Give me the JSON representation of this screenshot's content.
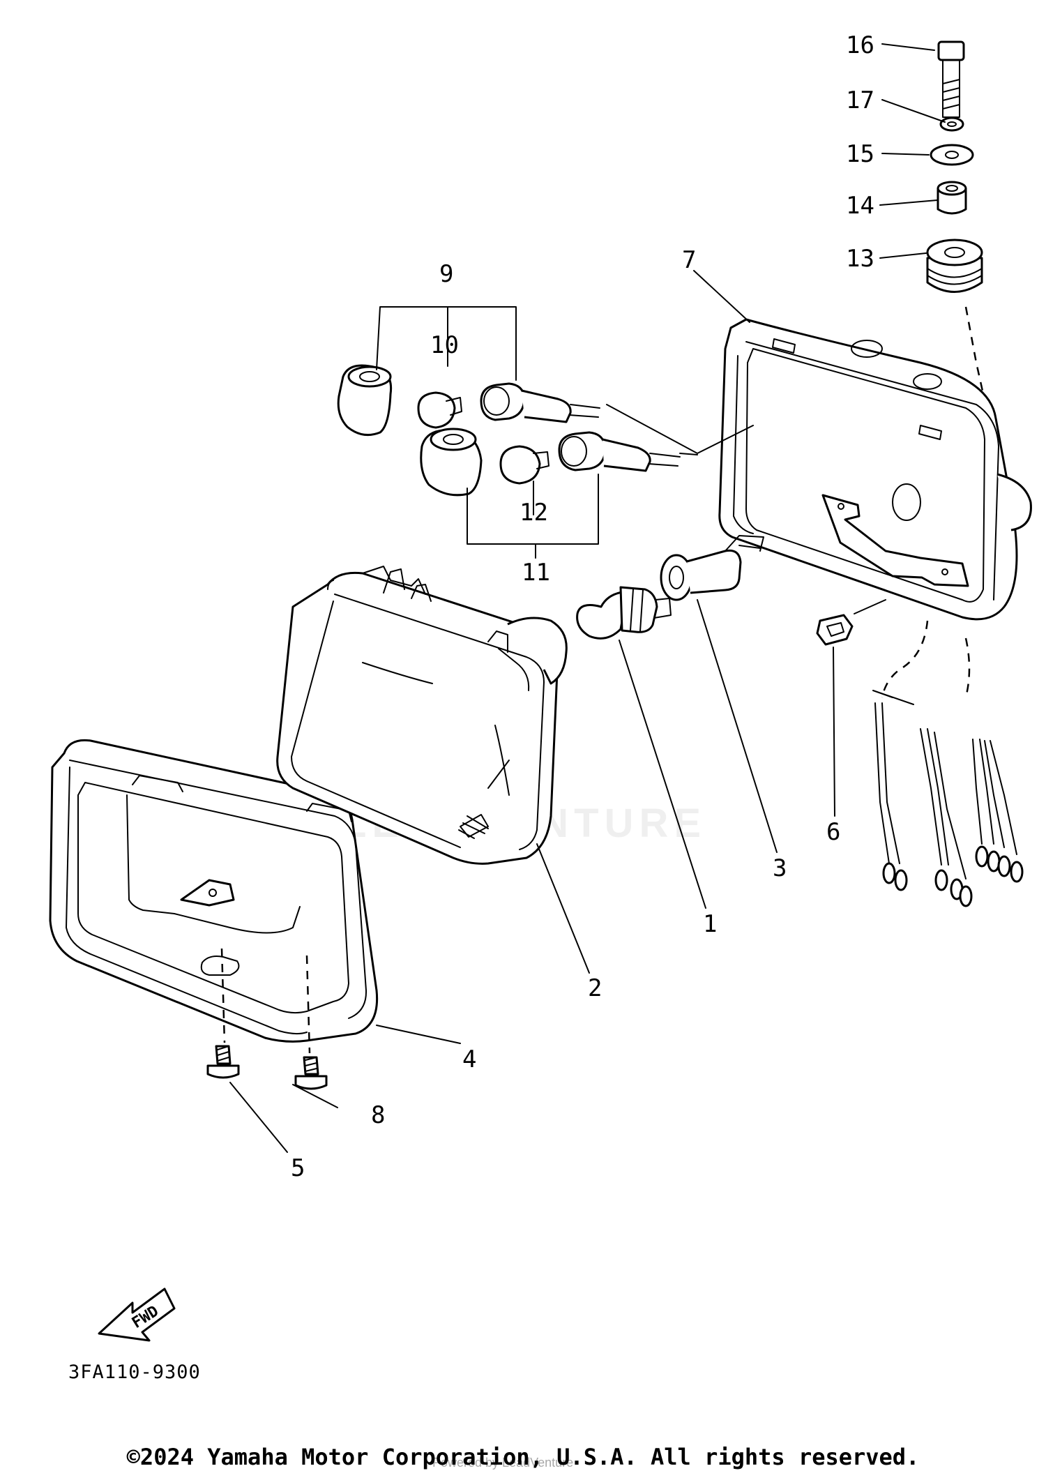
{
  "callouts": {
    "c1": "1",
    "c2": "2",
    "c3": "3",
    "c4": "4",
    "c5": "5",
    "c6": "6",
    "c7": "7",
    "c8": "8",
    "c9": "9",
    "c10": "10",
    "c11": "11",
    "c12": "12",
    "c13": "13",
    "c14": "14",
    "c15": "15",
    "c16": "16",
    "c17": "17"
  },
  "forward_arrow_label": "FWD",
  "drawing_code": "3FA110-9300",
  "watermark": "LEADVENTURE",
  "copyright": "©2024 Yamaha Motor Corporation, U.S.A. All rights reserved.",
  "overlay_text": "Powered by LeadVenture"
}
